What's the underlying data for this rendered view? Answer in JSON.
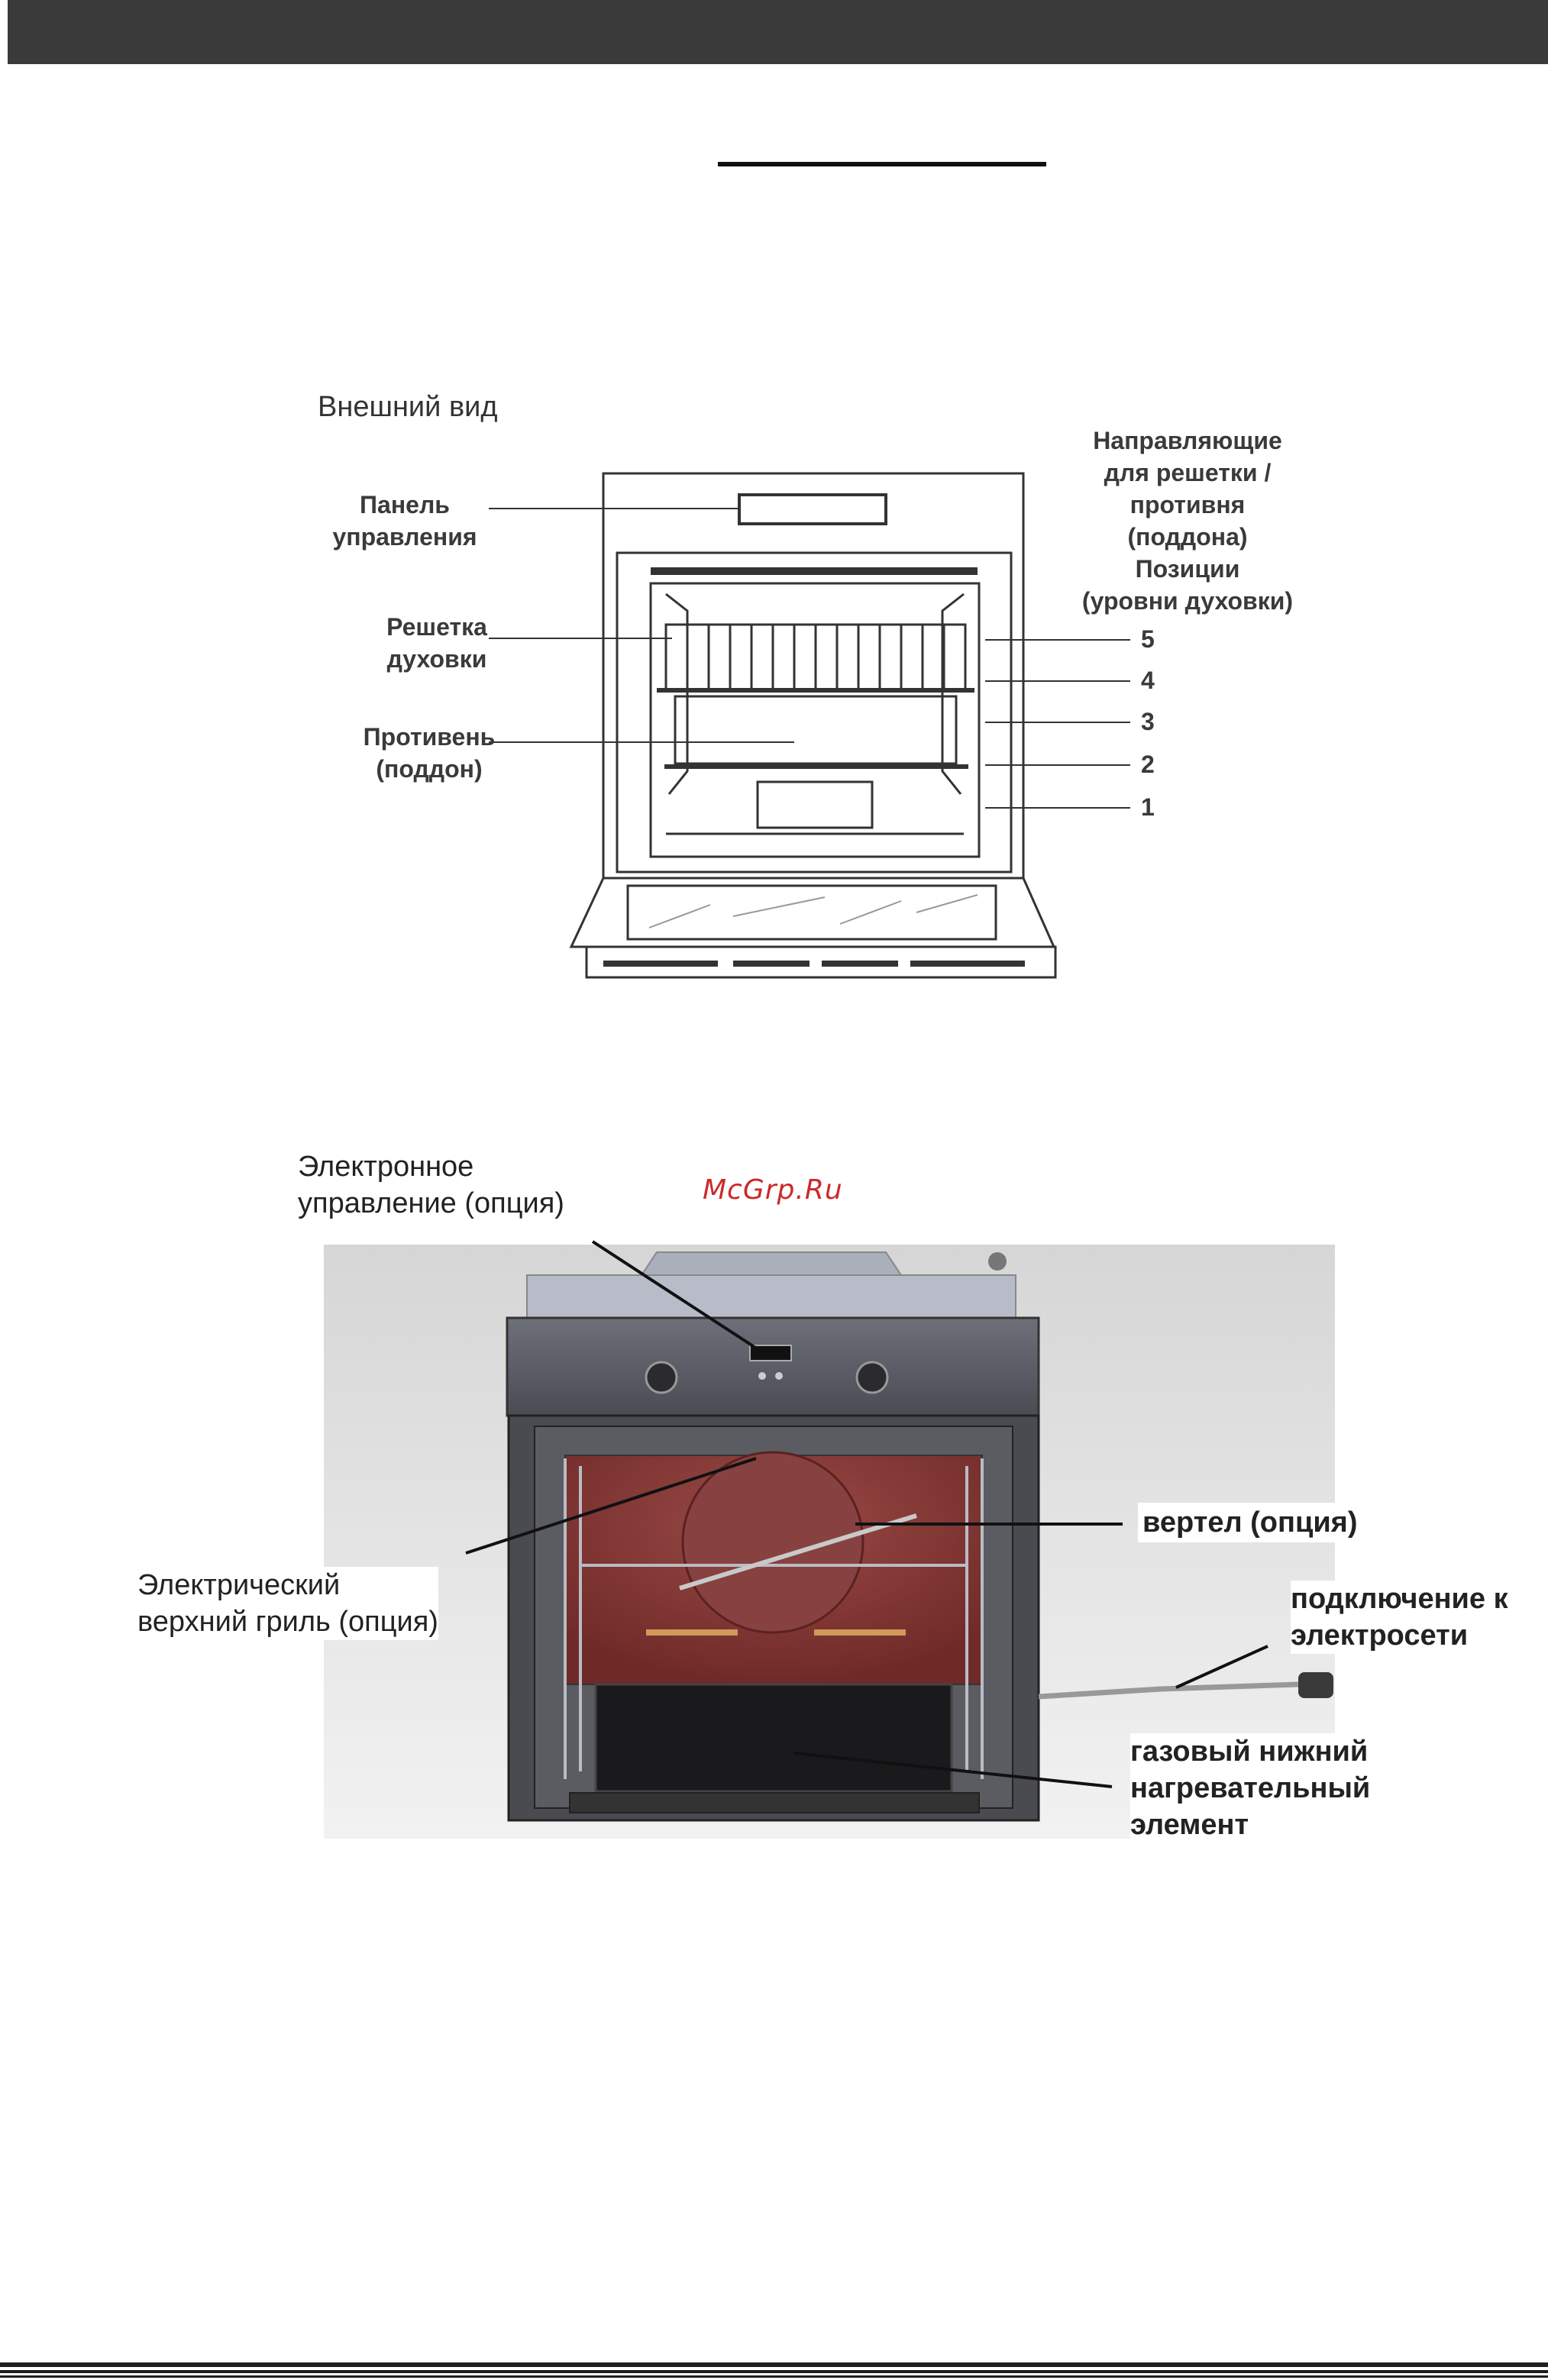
{
  "diagram1": {
    "title": "Внешний вид",
    "control_panel": [
      "Панель",
      "управления"
    ],
    "oven_rack": [
      "Решетка",
      "духовки"
    ],
    "baking_tray": [
      "Противень",
      "(поддон)"
    ],
    "guides": [
      "Направляющие",
      "для решетки /",
      "противня",
      "(поддона)",
      "Позиции",
      "(уровни духовки)"
    ],
    "levels": [
      "5",
      "4",
      "3",
      "2",
      "1"
    ]
  },
  "diagram2": {
    "electronic_control": [
      "Электронное",
      "управление (опция)"
    ],
    "watermark": "McGrp.Ru",
    "spit": "вертел (опция)",
    "top_grill": [
      "Электрический",
      "верхний гриль (опция)"
    ],
    "power_connection": [
      "подключение к",
      "электросети"
    ],
    "gas_element": [
      "газовый нижний",
      "нагревательный",
      "элемент"
    ]
  },
  "colors": {
    "header": "#3a3a3a",
    "watermark": "#cc2a2a",
    "oven_interior": "#8c3a38"
  }
}
